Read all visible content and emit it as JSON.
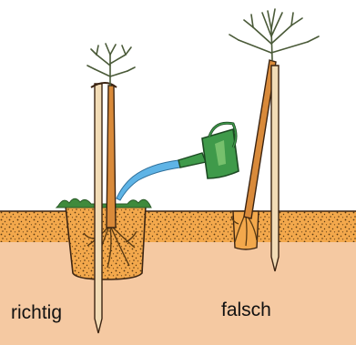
{
  "labels": {
    "correct": "richtig",
    "wrong": "falsch"
  },
  "colors": {
    "soil": "#f5c9a2",
    "topsoil": "#f3a84c",
    "soil_speckle": "#5a3a12",
    "stake": "#f2dcb6",
    "trunk": "#d98a3a",
    "bark_outline": "#3b2412",
    "grass": "#3f8a3c",
    "watering_can": "#3f9a4a",
    "water": "#5fb4e6",
    "foliage": "#6c7a55"
  },
  "icons": {
    "watering_can": "watering-can-icon",
    "correct_tree": "correctly-planted-tree",
    "wrong_tree": "incorrectly-planted-tree"
  }
}
